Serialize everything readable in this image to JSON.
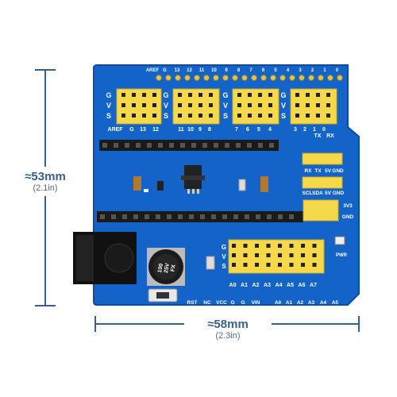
{
  "dimensions": {
    "height_label": "≈53mm",
    "height_sub": "(2.1in)",
    "width_label": "≈58mm",
    "width_sub": "(2.3in)"
  },
  "board": {
    "color": "#1463c9",
    "header_color": "#f5d94a",
    "top_header_labels": [
      "AREF",
      "G",
      "13",
      "12",
      "11",
      "10",
      "9",
      "8",
      "7",
      "6",
      "5",
      "4",
      "3",
      "2",
      "1",
      "0"
    ],
    "gvs_labels": [
      "G",
      "V",
      "S"
    ],
    "group1_labels": [
      "AREF",
      "G",
      "13",
      "12"
    ],
    "group2_labels": [
      "11",
      "10",
      "9",
      "8"
    ],
    "group3_labels": [
      "7",
      "6",
      "5",
      "4"
    ],
    "group4_labels": [
      "3",
      "2",
      "1",
      "0"
    ],
    "txrx_labels": [
      "TX",
      "RX"
    ],
    "serial_labels": [
      "RX",
      "TX",
      "5V",
      "GND"
    ],
    "i2c_labels": [
      "SCL",
      "SDA",
      "5V",
      "GND"
    ],
    "power_labels": [
      "3V3",
      "GND"
    ],
    "analog_labels": [
      "A0",
      "A1",
      "A2",
      "A3",
      "A4",
      "A5",
      "A6",
      "A7"
    ],
    "bottom_labels": [
      "RST",
      "NC",
      "VCC",
      "G",
      "G",
      "VIN",
      "A0",
      "A1",
      "A2",
      "A3",
      "A4",
      "A5"
    ],
    "pwr_label": "PWR",
    "capacitor_text": [
      "100",
      "25V",
      "FX"
    ]
  }
}
